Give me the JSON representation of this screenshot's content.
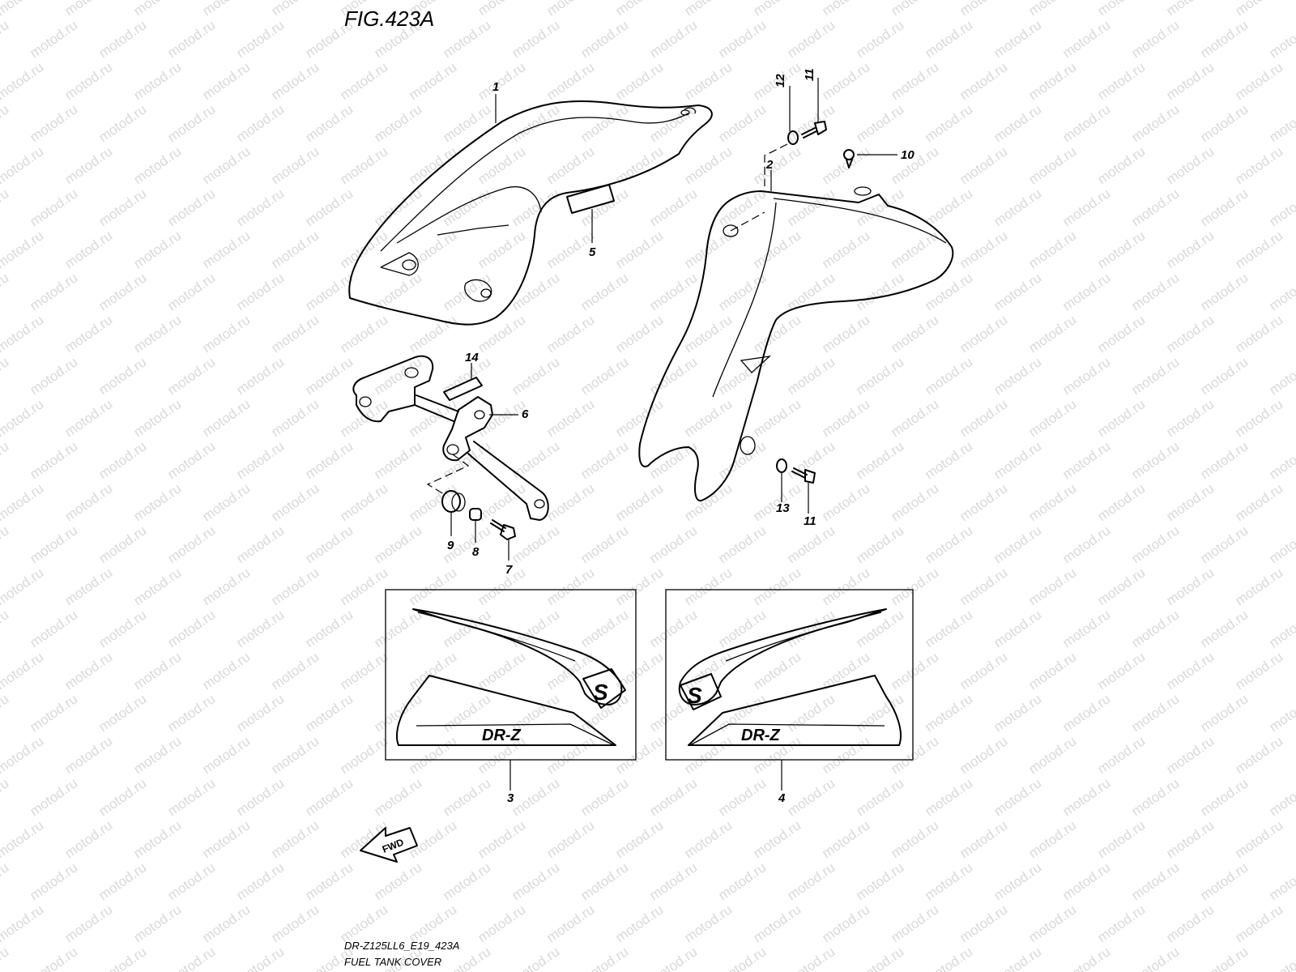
{
  "figure_title": "FIG.423A",
  "watermark_text": "motod.ru",
  "footer": {
    "model_code": "DR-Z125LL6_E19_423A",
    "caption": "FUEL TANK COVER"
  },
  "fwd_label": "FWD",
  "decal_text": "DR-Z",
  "decal_logo_letter": "S",
  "callouts": {
    "c1": "1",
    "c2": "2",
    "c3": "3",
    "c4": "4",
    "c5": "5",
    "c6": "6",
    "c7": "7",
    "c8": "8",
    "c9": "9",
    "c10": "10",
    "c11a": "11",
    "c11b": "11",
    "c12": "12",
    "c13": "13",
    "c14": "14"
  },
  "colors": {
    "line": "#000000",
    "watermark": "#d9d9d9",
    "background": "#ffffff"
  }
}
